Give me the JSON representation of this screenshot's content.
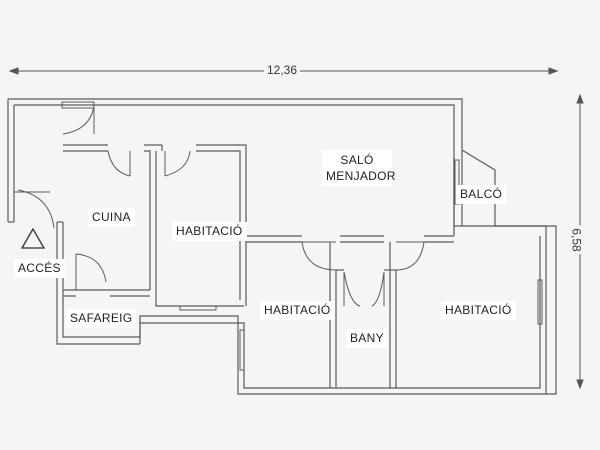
{
  "dimensions": {
    "width_label": "12,36",
    "height_label": "6,58"
  },
  "rooms": {
    "salo_line1": "SALÓ",
    "salo_line2": "MENJADOR",
    "balco": "BALCÓ",
    "cuina": "CUINA",
    "habitacio_top": "HABITACIÓ",
    "acces": "ACCÉS",
    "safareig": "SAFAREIG",
    "habitacio_mid": "HABITACIÓ",
    "bany": "BANY",
    "habitacio_right": "HABITACIÓ"
  },
  "colors": {
    "wall": "#5a5a5a",
    "background": "#f5f5f5",
    "label_bg": "#ffffff"
  }
}
